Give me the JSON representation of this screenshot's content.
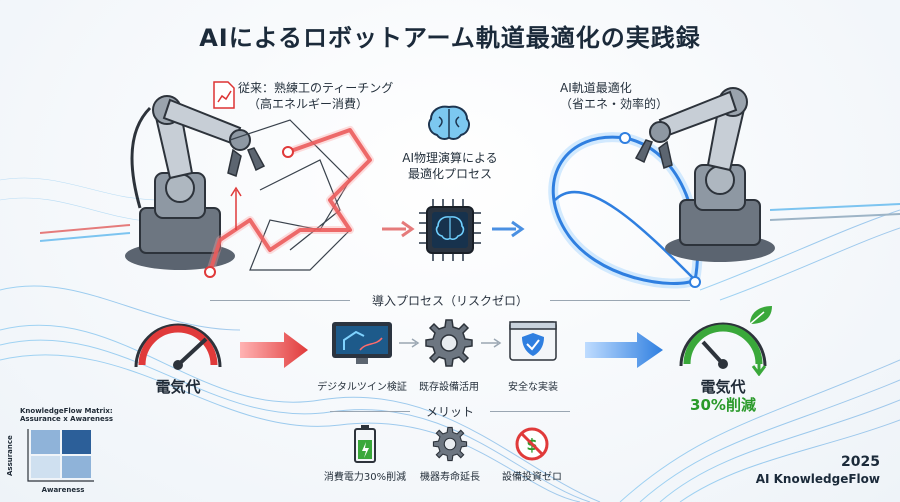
{
  "title": "AIによるロボットアーム軌道最適化の実践録",
  "left_robot": {
    "line1": "従来：熟練工のティーチング",
    "line2": "（高エネルギー消費）"
  },
  "right_robot": {
    "line1": "AI軌道最適化",
    "line2": "（省エネ・効率的）"
  },
  "center": {
    "line1": "AI物理演算による",
    "line2": "最適化プロセス"
  },
  "process": {
    "heading": "導入プロセス（リスクゼロ）",
    "left_meter_label": "電気代",
    "steps": [
      "デジタルツイン検証",
      "既存設備活用",
      "安全な実装"
    ],
    "right_meter_label": "電気代",
    "right_meter_value": "30%削減"
  },
  "merits": {
    "heading": "メリット",
    "items": [
      "消費電力30%削減",
      "機器寿命延長",
      "設備投資ゼロ"
    ]
  },
  "matrix": {
    "title_line1": "KnowledgeFlow Matrix:",
    "title_line2": "Assurance x Awareness",
    "y_label": "Assurance",
    "x_label": "Awareness"
  },
  "footer": {
    "year": "2025",
    "brand": "AI KnowledgeFlow"
  },
  "colors": {
    "red": "#e03a3a",
    "blue": "#2f7fe0",
    "green": "#3aa83a",
    "dark": "#1b2a3a"
  },
  "icons": [
    "document-chart-icon",
    "brain-icon",
    "ai-chip-icon",
    "digital-twin-monitor-icon",
    "gear-icon",
    "shield-check-icon",
    "battery-icon",
    "no-money-icon",
    "leaf-icon"
  ]
}
